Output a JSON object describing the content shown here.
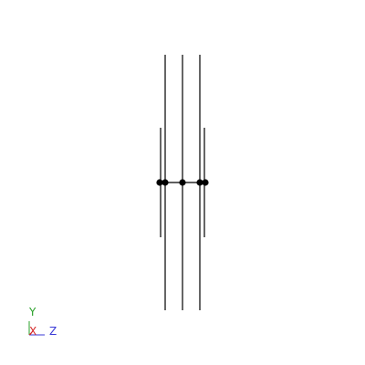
{
  "viewport": {
    "background": "#ffffff",
    "model_color": "#000000"
  },
  "axes_triad": {
    "y_label": "Y",
    "x_label": "X",
    "z_label": "Z",
    "y_color": "#2aa02a",
    "x_color": "#d62728",
    "z_color": "#3a3ad6"
  }
}
